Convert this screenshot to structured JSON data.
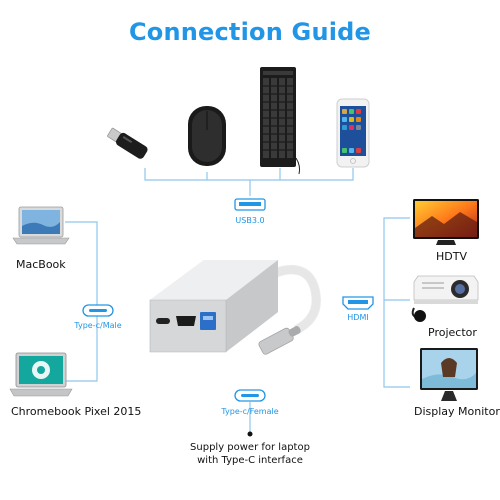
{
  "title": "Connection Guide",
  "top_hub": {
    "port_label": "USB3.0",
    "devices": [
      "usb-flash-drive-icon",
      "mouse-icon",
      "keyboard-icon",
      "smartphone-icon"
    ]
  },
  "left_side": {
    "port_label": "Type-c/Male",
    "devices": [
      {
        "label": "MacBook",
        "icon": "laptop-icon"
      },
      {
        "label": "Chromebook Pixel 2015",
        "icon": "laptop-icon"
      }
    ]
  },
  "right_side": {
    "port_label": "HDMI",
    "devices": [
      {
        "label": "HDTV",
        "icon": "tv-icon"
      },
      {
        "label": "Projector",
        "icon": "projector-icon"
      },
      {
        "label": "Display Monitor",
        "icon": "monitor-icon"
      }
    ]
  },
  "bottom": {
    "port_label": "Type-c/Female",
    "note_line1": "Supply power for laptop",
    "note_line2": "with Type-C interface"
  },
  "colors": {
    "accent": "#2196e6",
    "line": "#8fc8ee",
    "adapter_silver": "#d4d6d8",
    "port_blue": "#2c6fc9"
  }
}
